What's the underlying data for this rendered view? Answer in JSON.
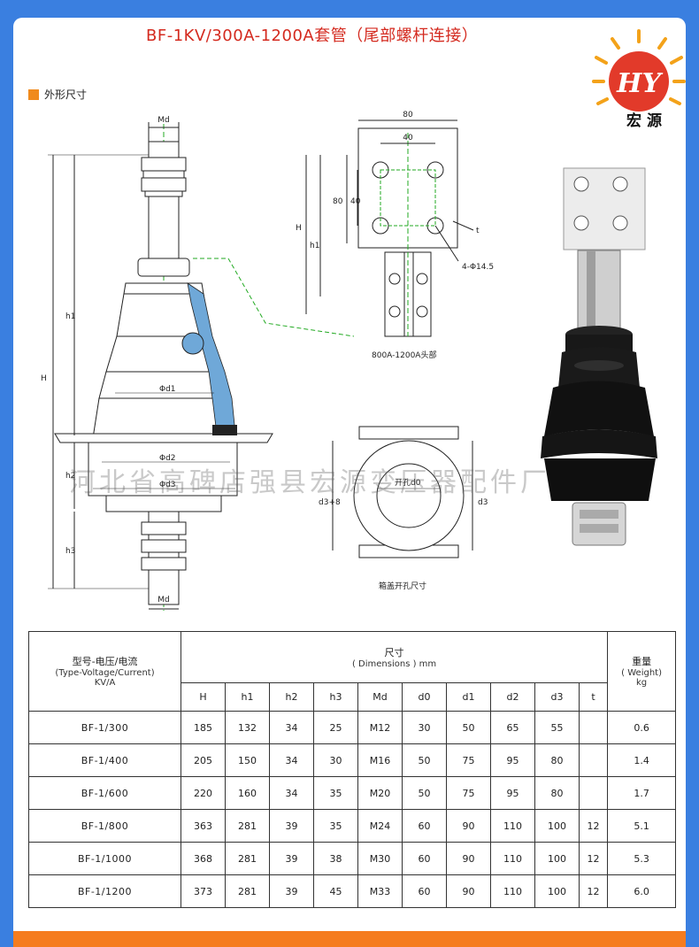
{
  "title": "BF-1KV/300A-1200A套管（尾部螺杆连接）",
  "brand": {
    "logo_text": "HY",
    "name": "宏 源"
  },
  "section": {
    "label": "外形尺寸"
  },
  "watermark": "河北省高碑店强县宏源变压器配件厂",
  "drawing_labels": {
    "md_top": "Md",
    "md_bottom": "Md",
    "H": "H",
    "h1": "h1",
    "h2": "h2",
    "h3": "h3",
    "d1": "Φd1",
    "d2": "Φd2",
    "d3": "Φd3",
    "head_width_outer": "80",
    "head_width_inner": "40",
    "head_height_outer": "80",
    "head_height_inner": "40",
    "head_H": "H",
    "head_h1": "h1",
    "t": "t",
    "holes": "4-Φ14.5",
    "head_caption": "800A-1200A头部",
    "cover_d0": "开孔d0",
    "cover_d3a": "d3+8",
    "cover_d3": "d3",
    "cover_caption": "箱盖开孔尺寸"
  },
  "table": {
    "model_header": "型号-电压/电流",
    "model_header_en": "(Type-Voltage/Current)",
    "model_header_unit": "KV/A",
    "dim_header": "尺寸",
    "dim_header_en": "( Dimensions ) mm",
    "weight_header": "重量",
    "weight_header_en": "( Weight)",
    "weight_unit": "kg",
    "columns": [
      "H",
      "h1",
      "h2",
      "h3",
      "Md",
      "d0",
      "d1",
      "d2",
      "d3",
      "t"
    ],
    "rows": [
      {
        "model": "BF-1/300",
        "values": [
          "185",
          "132",
          "34",
          "25",
          "M12",
          "30",
          "50",
          "65",
          "55",
          ""
        ],
        "weight": "0.6"
      },
      {
        "model": "BF-1/400",
        "values": [
          "205",
          "150",
          "34",
          "30",
          "M16",
          "50",
          "75",
          "95",
          "80",
          ""
        ],
        "weight": "1.4"
      },
      {
        "model": "BF-1/600",
        "values": [
          "220",
          "160",
          "34",
          "35",
          "M20",
          "50",
          "75",
          "95",
          "80",
          ""
        ],
        "weight": "1.7"
      },
      {
        "model": "BF-1/800",
        "values": [
          "363",
          "281",
          "39",
          "35",
          "M24",
          "60",
          "90",
          "110",
          "100",
          "12"
        ],
        "weight": "5.1"
      },
      {
        "model": "BF-1/1000",
        "values": [
          "368",
          "281",
          "39",
          "38",
          "M30",
          "60",
          "90",
          "110",
          "100",
          "12"
        ],
        "weight": "5.3"
      },
      {
        "model": "BF-1/1200",
        "values": [
          "373",
          "281",
          "39",
          "45",
          "M33",
          "60",
          "90",
          "110",
          "100",
          "12"
        ],
        "weight": "6.0"
      }
    ]
  },
  "colors": {
    "title": "#d42a1f",
    "accent": "#f08a1c",
    "frame": "#3a7fe0",
    "section_fill": "#6fa8d8"
  }
}
